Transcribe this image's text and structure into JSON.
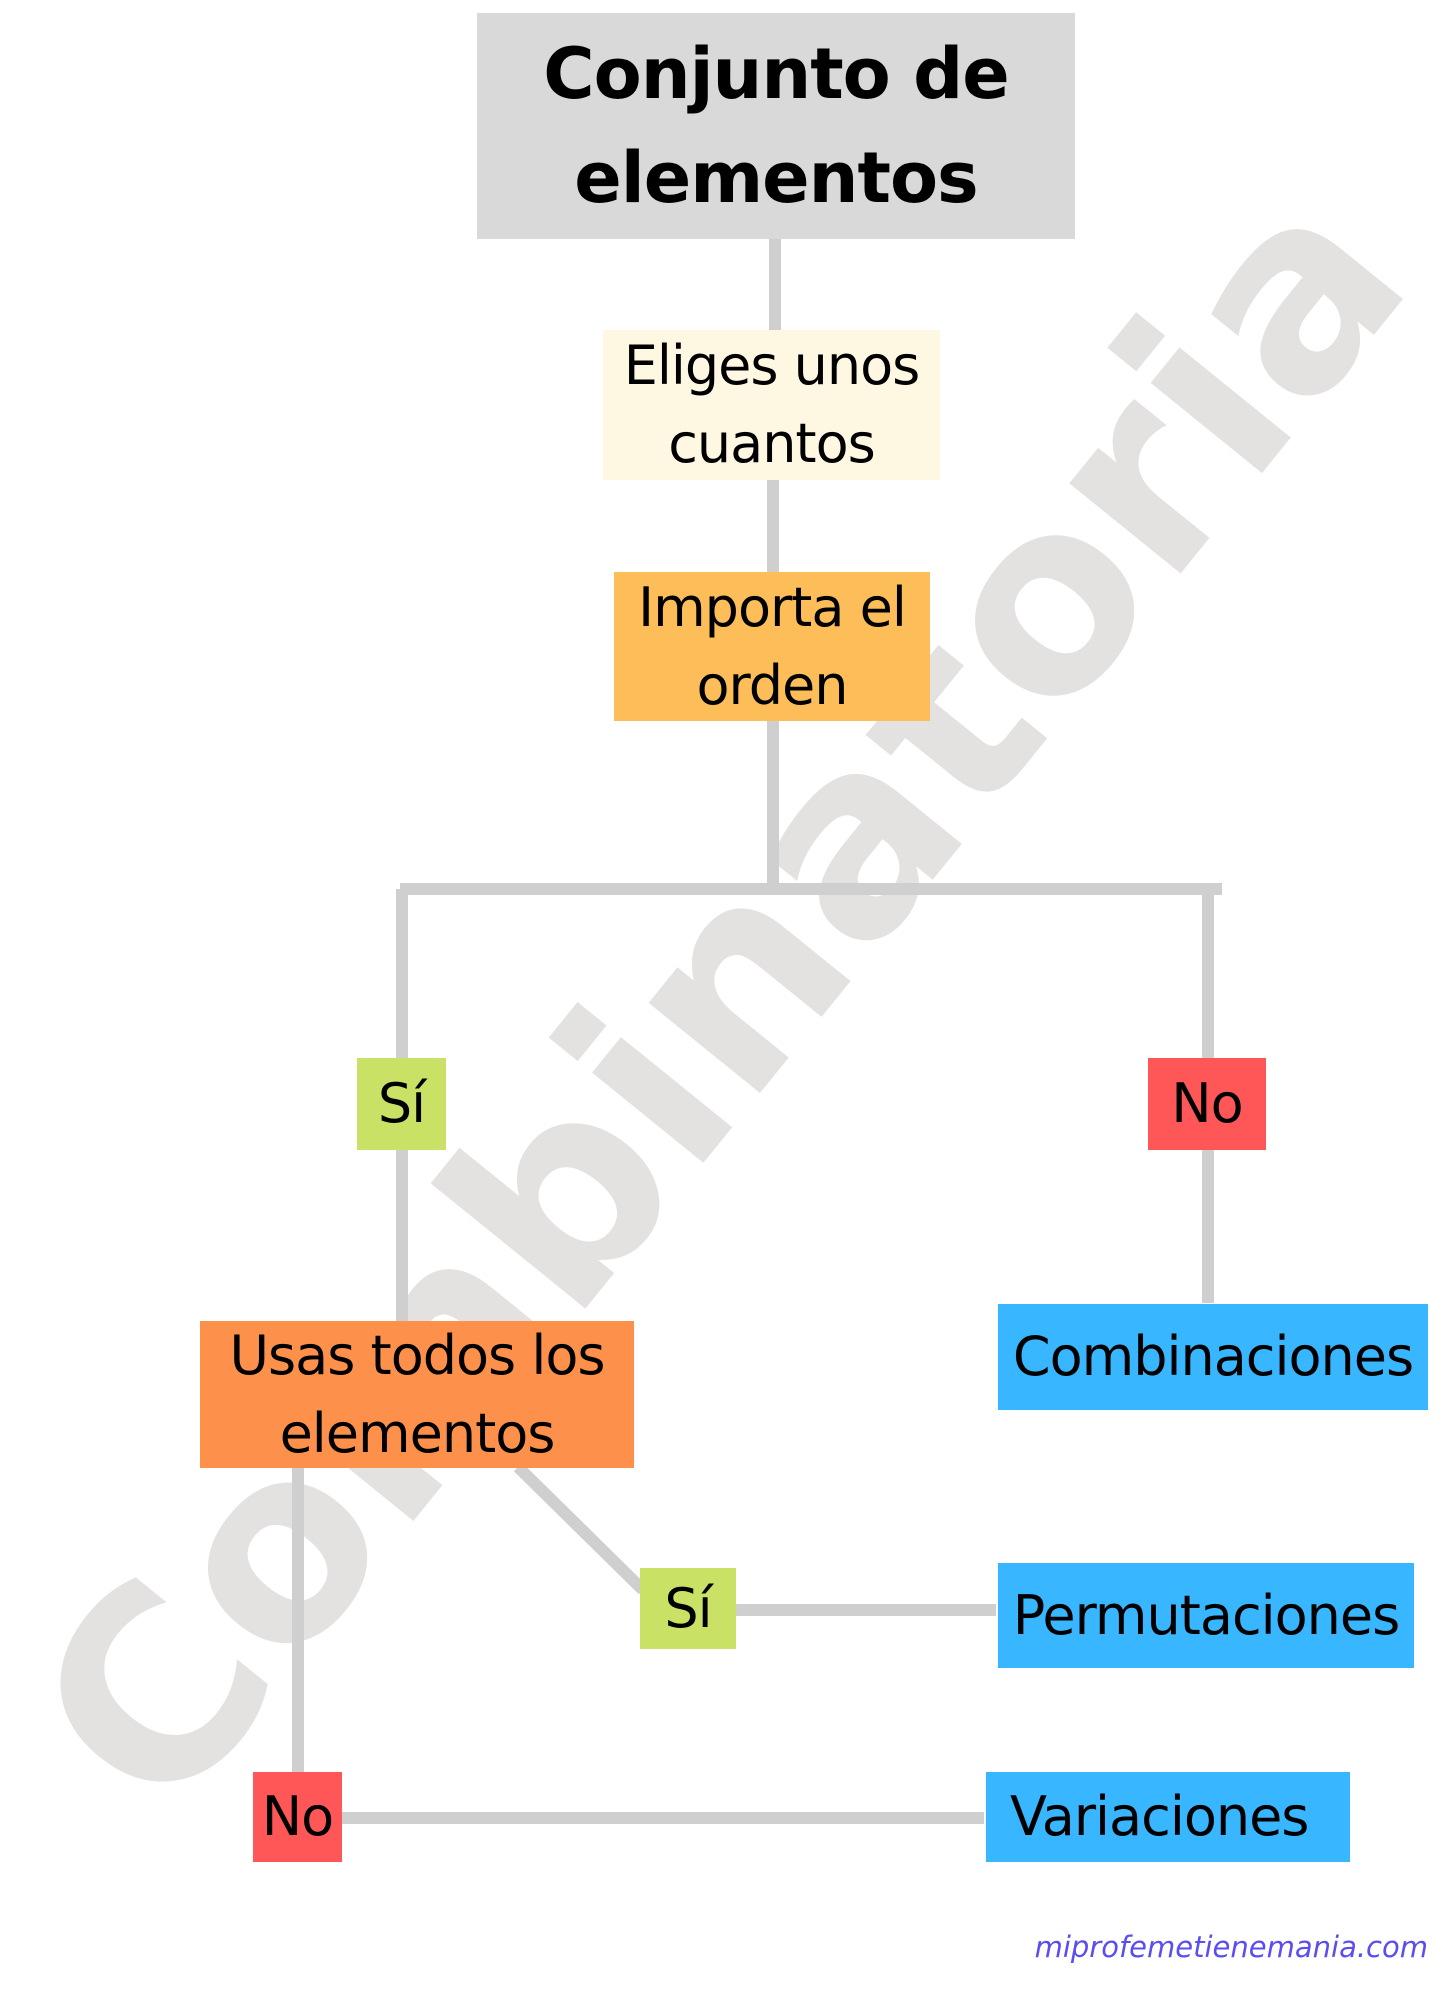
{
  "watermark": "Combinatoria",
  "nodes": {
    "root": "Conjunto de elementos",
    "choose": "Eliges unos cuantos",
    "order": "Importa el orden",
    "order_yes": "Sí",
    "order_no": "No",
    "all": "Usas todos los elementos",
    "all_yes": "Sí",
    "all_no": "No",
    "combinations": "Combinaciones",
    "permutations": "Permutaciones",
    "variations": "Variaciones"
  },
  "colors": {
    "root": "#d9d9d9",
    "choose": "#fef8e3",
    "order": "#fdbe5a",
    "all": "#fd914c",
    "yes": "#c9e265",
    "no": "#ff5757",
    "result": "#38b6ff",
    "connector": "#cfcfcf"
  },
  "footer": "miprofemetienemania.com"
}
